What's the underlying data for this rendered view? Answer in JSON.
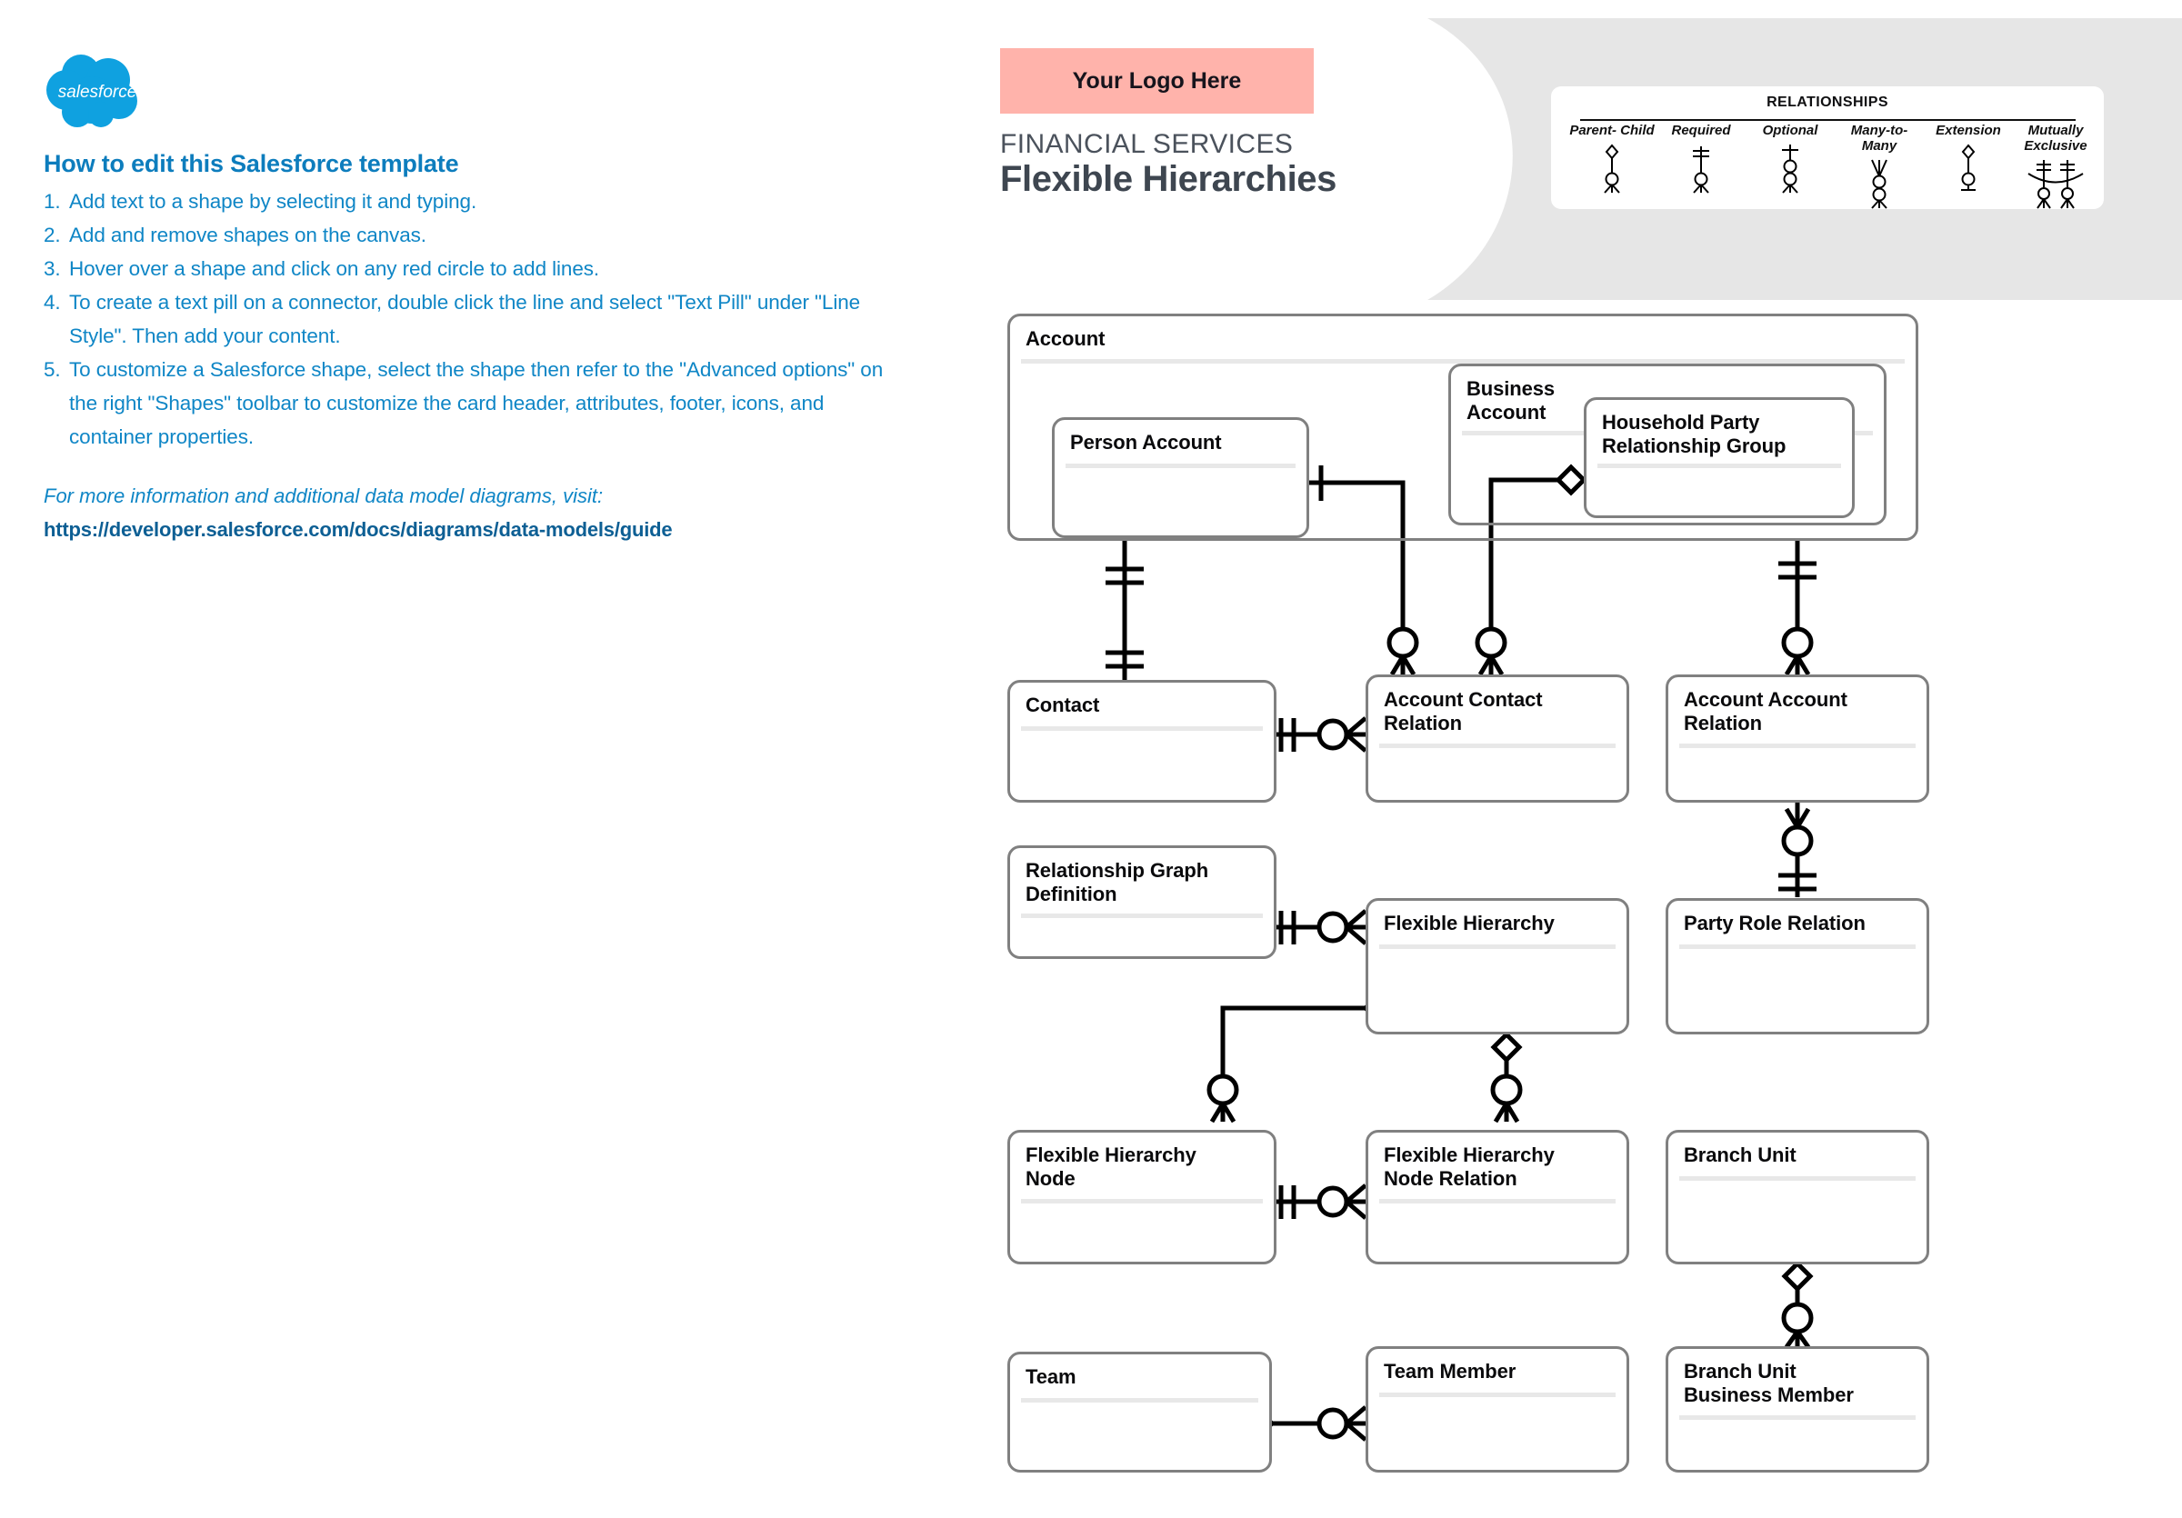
{
  "left_panel": {
    "logo_alt": "salesforce",
    "logo_wordmark": "salesforce",
    "title": "How to edit this Salesforce template",
    "steps": [
      {
        "num": "1.",
        "text": "Add text to a shape by selecting it and typing."
      },
      {
        "num": "2.",
        "text": "Add and remove shapes on the canvas."
      },
      {
        "num": "3.",
        "text": "Hover over a shape and click on any red circle to add lines."
      },
      {
        "num": "4.",
        "text": "To create a text pill on a connector, double click the line and select \"Text Pill\" under \"Line Style\". Then add your content."
      },
      {
        "num": "5.",
        "text": "To customize a Salesforce shape, select the shape then refer to the \"Advanced options\" on the right \"Shapes\" toolbar to customize the card header, attributes, footer, icons, and container properties."
      }
    ],
    "more_info": "For more information and additional data model diagrams, visit:",
    "more_link": "https://developer.salesforce.com/docs/diagrams/data-models/guide"
  },
  "header": {
    "logo_placeholder": "Your Logo Here",
    "kicker": "FINANCIAL SERVICES",
    "title": "Flexible Hierarchies",
    "logo_box_color": "#ffb3ab",
    "blob_color": "#e6e6e6",
    "title_color": "#3e4650"
  },
  "legend": {
    "title": "RELATIONSHIPS",
    "items": [
      {
        "label": "Parent-\nChild",
        "glyph": "parent-child"
      },
      {
        "label": "Required",
        "glyph": "required"
      },
      {
        "label": "Optional",
        "glyph": "optional"
      },
      {
        "label": "Many-to-\nMany",
        "glyph": "many-to-many"
      },
      {
        "label": "Extension",
        "glyph": "extension"
      },
      {
        "label": "Mutually\nExclusive",
        "glyph": "mutually-exclusive"
      }
    ]
  },
  "diagram": {
    "nodes": [
      {
        "id": "account",
        "label": "Account"
      },
      {
        "id": "business-account",
        "label": "Business\nAccount"
      },
      {
        "id": "person-account",
        "label": "Person Account"
      },
      {
        "id": "household-party-relationship-group",
        "label": "Household Party\nRelationship Group"
      },
      {
        "id": "contact",
        "label": "Contact"
      },
      {
        "id": "account-contact-relation",
        "label": "Account Contact\nRelation"
      },
      {
        "id": "account-account-relation",
        "label": "Account Account\nRelation"
      },
      {
        "id": "relationship-graph-definition",
        "label": "Relationship Graph\nDefinition"
      },
      {
        "id": "flexible-hierarchy",
        "label": "Flexible Hierarchy"
      },
      {
        "id": "party-role-relation",
        "label": "Party Role Relation"
      },
      {
        "id": "flexible-hierarchy-node",
        "label": "Flexible Hierarchy\nNode"
      },
      {
        "id": "flexible-hierarchy-node-relation",
        "label": "Flexible Hierarchy\nNode Relation"
      },
      {
        "id": "branch-unit",
        "label": "Branch Unit"
      },
      {
        "id": "team",
        "label": "Team"
      },
      {
        "id": "team-member",
        "label": "Team Member"
      },
      {
        "id": "branch-unit-business-member",
        "label": "Branch Unit\nBusiness Member"
      }
    ],
    "edges": [
      {
        "from": "person-account",
        "to": "contact",
        "type": "required"
      },
      {
        "from": "person-account",
        "to": "account-contact-relation",
        "type": "optional"
      },
      {
        "from": "household-party-relationship-group",
        "to": "account-contact-relation",
        "type": "parent-child"
      },
      {
        "from": "account",
        "to": "account-account-relation",
        "type": "required"
      },
      {
        "from": "contact",
        "to": "account-contact-relation",
        "type": "required"
      },
      {
        "from": "account-account-relation",
        "to": "party-role-relation",
        "type": "required"
      },
      {
        "from": "relationship-graph-definition",
        "to": "flexible-hierarchy",
        "type": "required"
      },
      {
        "from": "flexible-hierarchy",
        "to": "flexible-hierarchy-node",
        "type": "parent-child"
      },
      {
        "from": "flexible-hierarchy",
        "to": "flexible-hierarchy-node-relation",
        "type": "parent-child"
      },
      {
        "from": "flexible-hierarchy-node",
        "to": "flexible-hierarchy-node-relation",
        "type": "required"
      },
      {
        "from": "branch-unit",
        "to": "branch-unit-business-member",
        "type": "parent-child"
      },
      {
        "from": "team",
        "to": "team-member",
        "type": "parent-child"
      }
    ],
    "colors": {
      "node_border": "#808080",
      "node_fill": "#ffffff",
      "divider": "#e8e8e8",
      "connector": "#000000"
    }
  }
}
